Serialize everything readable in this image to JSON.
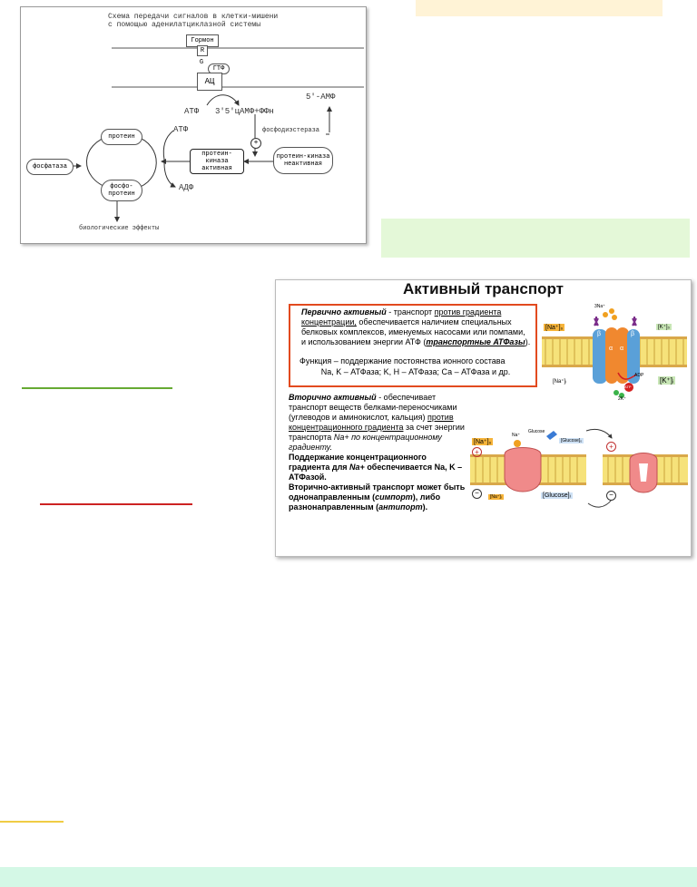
{
  "scheme": {
    "title_line1": "Схема передачи сигналов в клетки-мишени",
    "title_line2": "с помощью аденилатциклазной системы",
    "hormone": "Гормон",
    "r": "R",
    "g": "G",
    "gtp": "ГТФ",
    "ac": "АЦ",
    "atp_top": "АТФ",
    "camp": "3'5'цАМФ+ФФн",
    "amp": "5'-АМФ",
    "phosphodiesterase": "фосфодиэстераза",
    "plus": "+",
    "kinase_active": "протеин-киназа активная",
    "kinase_inactive": "протеин-киназа неактивная",
    "atp_mid": "АТФ",
    "adp": "АДФ",
    "proteins": "протеин",
    "phosphoproteins": "фосфо-протеин",
    "phosphatase": "фосфатаза",
    "effects": "биологические эффекты"
  },
  "slide": {
    "title": "Активный транспорт",
    "primary_term": "Первично активный",
    "primary_text1": " - транспорт ",
    "primary_link": "против градиента концентрации,",
    "primary_text2": " обеспечивается наличием специальных белковых комплексов, именуемых насосами или помпами, и использованием энергии АТФ (",
    "primary_term2": "транспортные АТФазы",
    "primary_text3": ").",
    "function_line1": "Функция – поддержание постоянства ионного состава",
    "function_line2": "Na, K – АТФаза; K, H – АТФаза; Са – АТФаза и др.",
    "secondary_term": "Вторично активный",
    "secondary_text1": " - обеспечивает транспорт веществ белками-переносчиками (углеводов и аминокислот, кальция) ",
    "secondary_link": "против концентрационного градиента",
    "secondary_text2": " за счет энергии транспорта ",
    "secondary_na": "Na+ по концентрационному градиенту.",
    "bold1": "Поддержание концентрационного градиента для ",
    "bold1_na": "Na+",
    "bold1_rest": " обеспечивается Na, K – АТФазой.",
    "bold2": "Вторично-активный транспорт может быть однонаправленным (",
    "symport": "симпорт",
    "bold2_mid": "), либо разнонаправленным (",
    "antiport": "антипорт",
    "bold2_end": ").",
    "fig1": {
      "na_out": "[Na⁺]₀",
      "k_out": "[K⁺]₀",
      "na_in": "[Na⁺]ᵢ",
      "k_in": "[K⁺]ᵢ",
      "na3": "3Na⁺",
      "k2": "2K⁺",
      "adp": "ADP",
      "atp": "ATP",
      "alpha": "α",
      "beta": "β"
    },
    "fig2": {
      "na_out": "[Na⁺]₀",
      "na": "Na⁺",
      "glucose": "Glucose",
      "glucose_out": "[Glucose]₀",
      "na_in": "[Na⁺]ᵢ",
      "glucose_in": "[Glucose]ᵢ",
      "plus": "+",
      "minus": "−"
    }
  },
  "colors": {
    "yellow_band": "#fff3d6",
    "green_band": "#e4f8d8",
    "bottom_band": "#d4f8e6",
    "green_line": "#66aa33",
    "red_line": "#cc2222",
    "yellow_line": "#f0cc44",
    "slide_frame": "#e24a1f"
  }
}
